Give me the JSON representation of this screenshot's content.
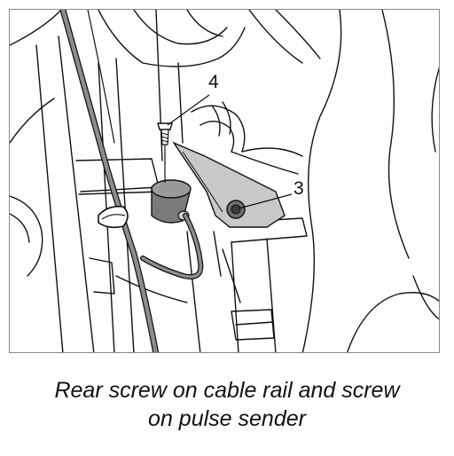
{
  "figure": {
    "callouts": {
      "screw_rail": "4",
      "screw_sender": "3"
    },
    "caption": {
      "line1": "Rear screw on cable rail and screw",
      "line2": "on pulse sender"
    }
  },
  "colors": {
    "line": "#111111",
    "cable": "#8c8c8c",
    "sender_body": "#7a7a7a",
    "bracket": "#c8c8c8",
    "frame": "#8a8a8a"
  }
}
